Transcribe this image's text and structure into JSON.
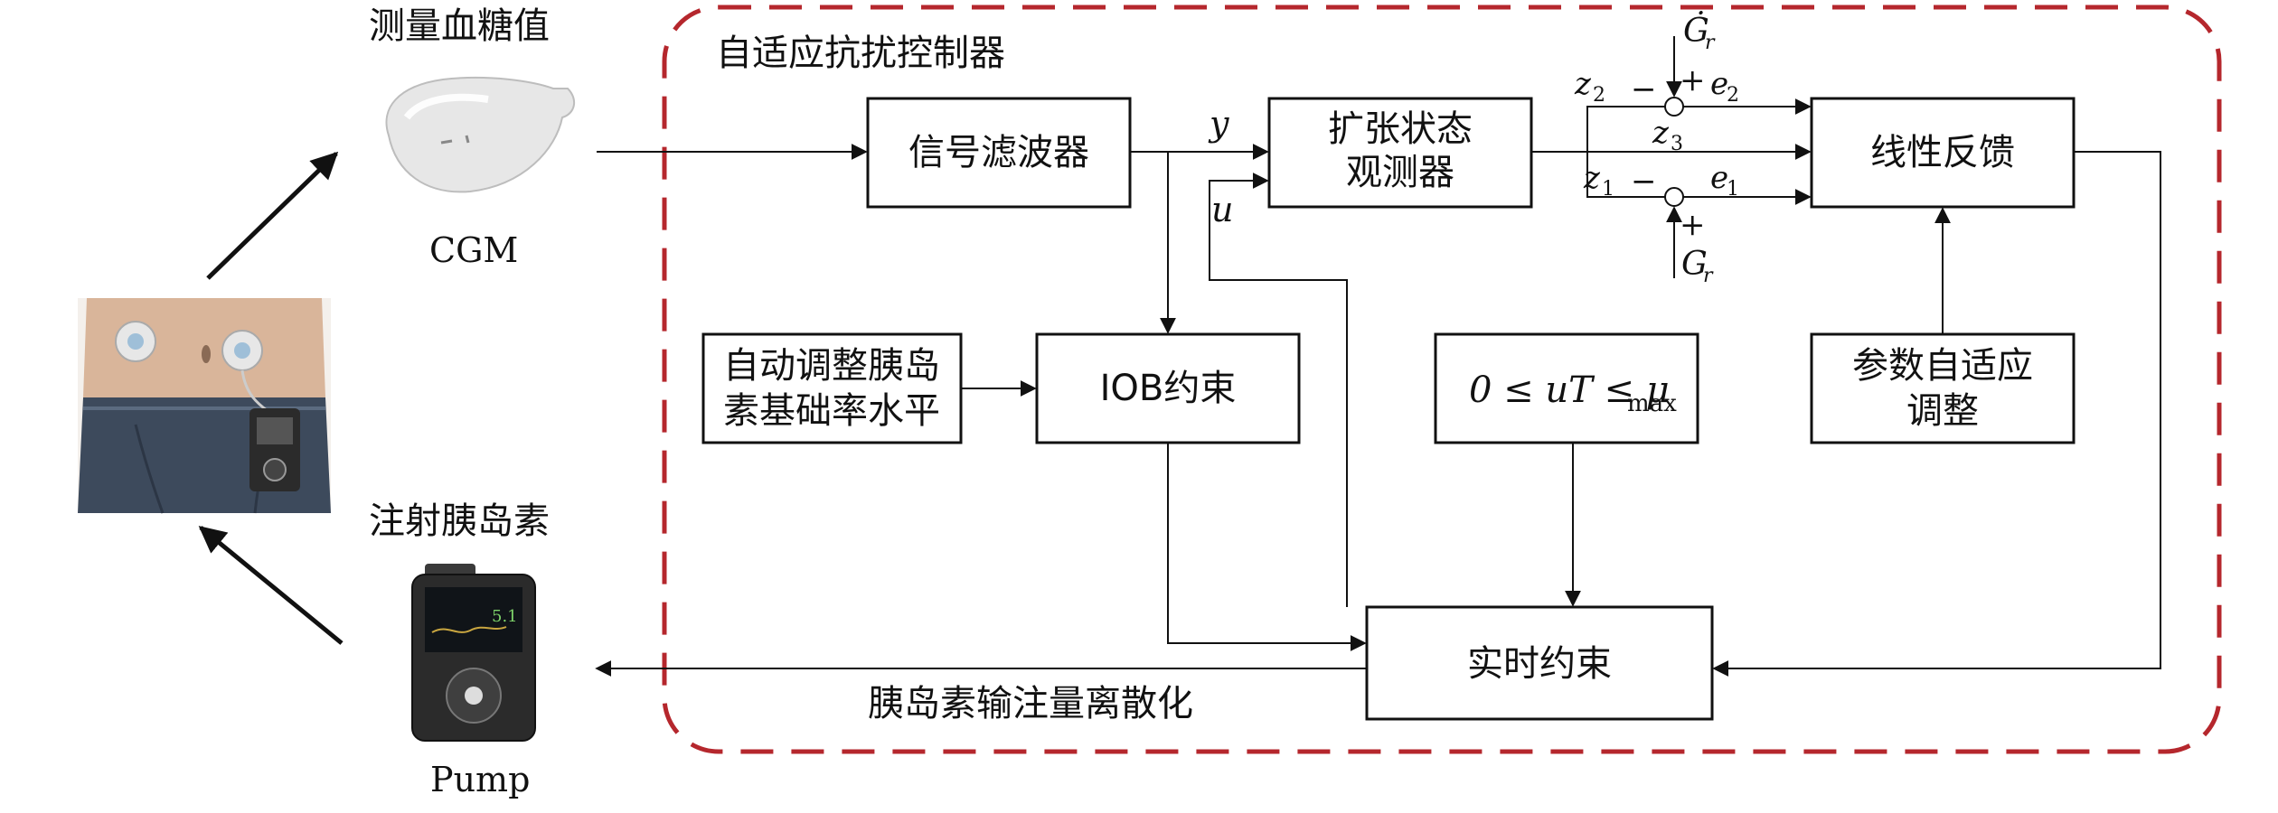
{
  "colors": {
    "border_dashed": "#b5272d",
    "line": "#111111",
    "skin": "#d9b59a",
    "jeans": "#3d4a5c",
    "device_white": "#e7e7e7",
    "pump_body": "#2b2b2b"
  },
  "icons": {
    "cgm": "cgm-sensor-icon",
    "patient": "patient-body-image",
    "pump": "insulin-pump-icon"
  },
  "labels": {
    "measure_glucose": "测量血糖值",
    "cgm": "CGM",
    "inject_insulin": "注射胰岛素",
    "pump": "Pump",
    "controller_title": "自适应抗扰控制器",
    "insulin_discretize": "胰岛素输注量离散化",
    "pump_screen_value": "5.1"
  },
  "blocks": {
    "signal_filter": "信号滤波器",
    "eso_line1": "扩张状态",
    "eso_line2": "观测器",
    "linear_feedback": "线性反馈",
    "auto_basal_line1": "自动调整胰岛",
    "auto_basal_line2": "素基础率水平",
    "iob": "IOB约束",
    "constraint_expr": "0 ≤ uT ≤ μ",
    "constraint_sub": "max",
    "param_adapt_line1": "参数自适应",
    "param_adapt_line2": "调整",
    "realtime": "实时约束"
  },
  "signals": {
    "y": "y",
    "u": "u",
    "z2": "z",
    "z2_sub": "2",
    "z3": "z",
    "z3_sub": "3",
    "z1": "z",
    "z1_sub": "1",
    "e2": "e",
    "e2_sub": "2",
    "e1": "e",
    "e1_sub": "1",
    "gr_dot": "Ġ",
    "gr_dot_sub": "r",
    "gr": "G",
    "gr_sub": "r",
    "minus": "−",
    "plus": "+"
  }
}
